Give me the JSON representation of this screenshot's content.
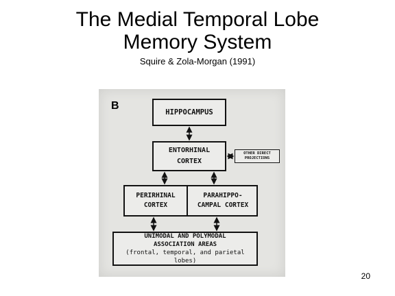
{
  "slide": {
    "title_line1": "The Medial Temporal Lobe",
    "title_line2": "Memory System",
    "subtitle": "Squire & Zola-Morgan (1991)",
    "page_number": "20"
  },
  "figure": {
    "panel_label": "B",
    "hippocampus": "HIPPOCAMPUS",
    "entorhinal_line1": "ENTORHINAL",
    "entorhinal_line2": "CORTEX",
    "other_line1": "OTHER DIRECT",
    "other_line2": "PROJECTIONS",
    "perirhinal_line1": "PERIRHINAL",
    "perirhinal_line2": "CORTEX",
    "parahippo_line1": "PARAHIPPO-",
    "parahippo_line2": "CAMPAL CORTEX",
    "assoc_line1": "UNIMODAL AND POLYMODAL",
    "assoc_line2": "ASSOCIATION AREAS",
    "assoc_line3": "(frontal, temporal, and parietal lobes)"
  }
}
